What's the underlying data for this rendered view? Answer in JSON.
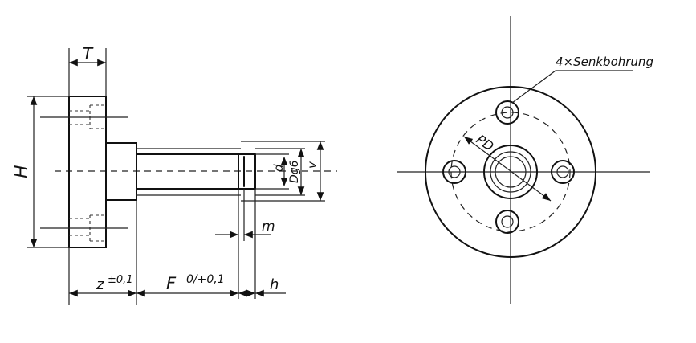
{
  "labels": {
    "T": "T",
    "H": "H",
    "d": "d",
    "dg6": "Dg6",
    "v": "v",
    "m": "m",
    "z": "z",
    "z_tol": "±0,1",
    "F": "F",
    "F_tol": "0/+0,1",
    "h": "h",
    "pd": "PD",
    "holes": "4×Senkbohrung"
  },
  "colors": {
    "ink": "#111111",
    "paper": "#ffffff"
  }
}
